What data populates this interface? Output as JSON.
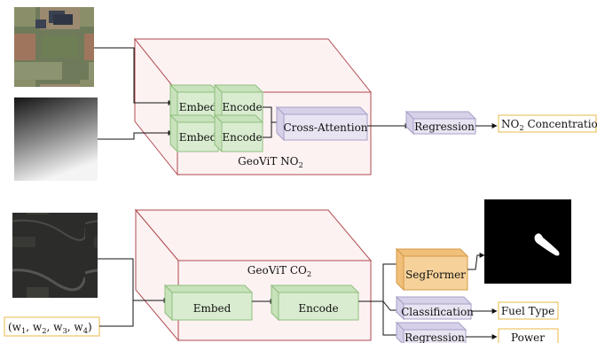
{
  "top_pipeline": {
    "inputs": {
      "satellite_image": "satellite-rgb-image",
      "gradient_image": "gradient-image"
    },
    "embed_label": "Embed",
    "encode_label": "Encode",
    "cross_attention_label": "Cross-Attention",
    "regression_label": "Regression",
    "model_label_main": "GeoViT NO",
    "model_label_sub": "2",
    "output_main": "NO",
    "output_sub": "2",
    "output_rest": " Concentration"
  },
  "bottom_pipeline": {
    "inputs": {
      "satellite_image": "satellite-dark-image"
    },
    "weights_parts": [
      "(w",
      "1",
      ", w",
      "2",
      ", w",
      "3",
      ", w",
      "4",
      ")"
    ],
    "model_label_main": "GeoViT CO",
    "model_label_sub": "2",
    "embed_label": "Embed",
    "encode_label": "Encode",
    "segformer_label": "SegFormer",
    "classification_label": "Classification",
    "regression_label": "Regression",
    "fuel_type_label": "Fuel Type",
    "power_label": "Power",
    "mask_image": "segmentation-mask-image"
  },
  "colors": {
    "box_outline_red": "#b04a50",
    "box_fill_pink": "#fdf2f2",
    "green_fill": "#d9ecd0",
    "green_stroke": "#8fbf7f",
    "lavender_fill": "#e8e4f2",
    "lavender_stroke": "#a9a0c8",
    "orange_fill": "#f6d29a",
    "orange_stroke": "#d49a45",
    "yellow_border": "#e8b84a"
  }
}
